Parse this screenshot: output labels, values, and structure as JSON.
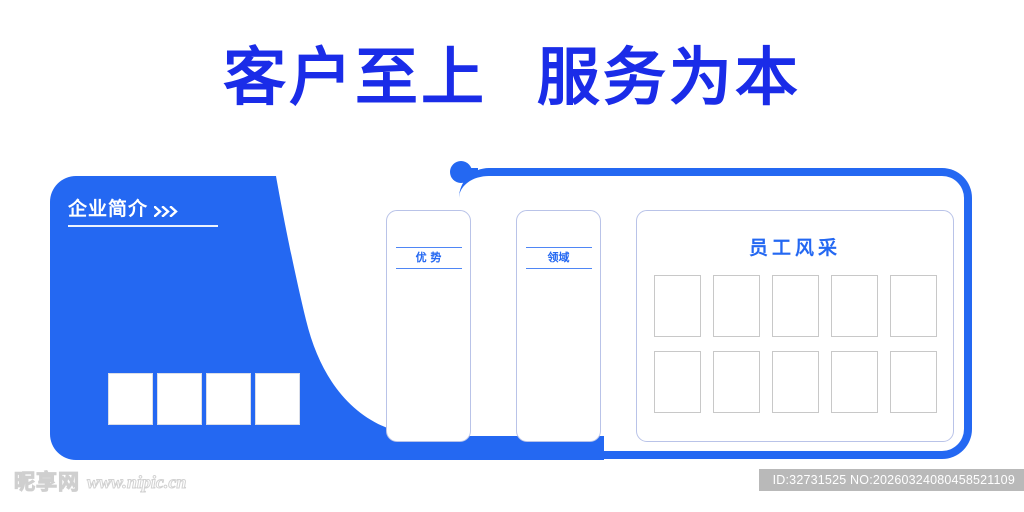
{
  "headline": {
    "text": "客户至上  服务为本",
    "color": "#1a2ce8"
  },
  "intro_panel": {
    "title": "企业简介",
    "chevron_icon": "double-chevron-right-icon",
    "accent": "#2468f2",
    "boxes": [
      {
        "label": ""
      },
      {
        "label": ""
      },
      {
        "label": ""
      },
      {
        "label": ""
      }
    ]
  },
  "cards": [
    {
      "tag": "优 势"
    },
    {
      "tag": "领域"
    }
  ],
  "staff_panel": {
    "title": "员工风采",
    "title_color": "#2468f2",
    "photos": [
      {
        "label": ""
      },
      {
        "label": ""
      },
      {
        "label": ""
      },
      {
        "label": ""
      },
      {
        "label": ""
      },
      {
        "label": ""
      },
      {
        "label": ""
      },
      {
        "label": ""
      },
      {
        "label": ""
      },
      {
        "label": ""
      }
    ]
  },
  "footer": {
    "watermark_cn": "昵享网",
    "watermark_url": "www.nipic.cn",
    "id_text": "ID:32731525 NO:20260324080458521109"
  }
}
